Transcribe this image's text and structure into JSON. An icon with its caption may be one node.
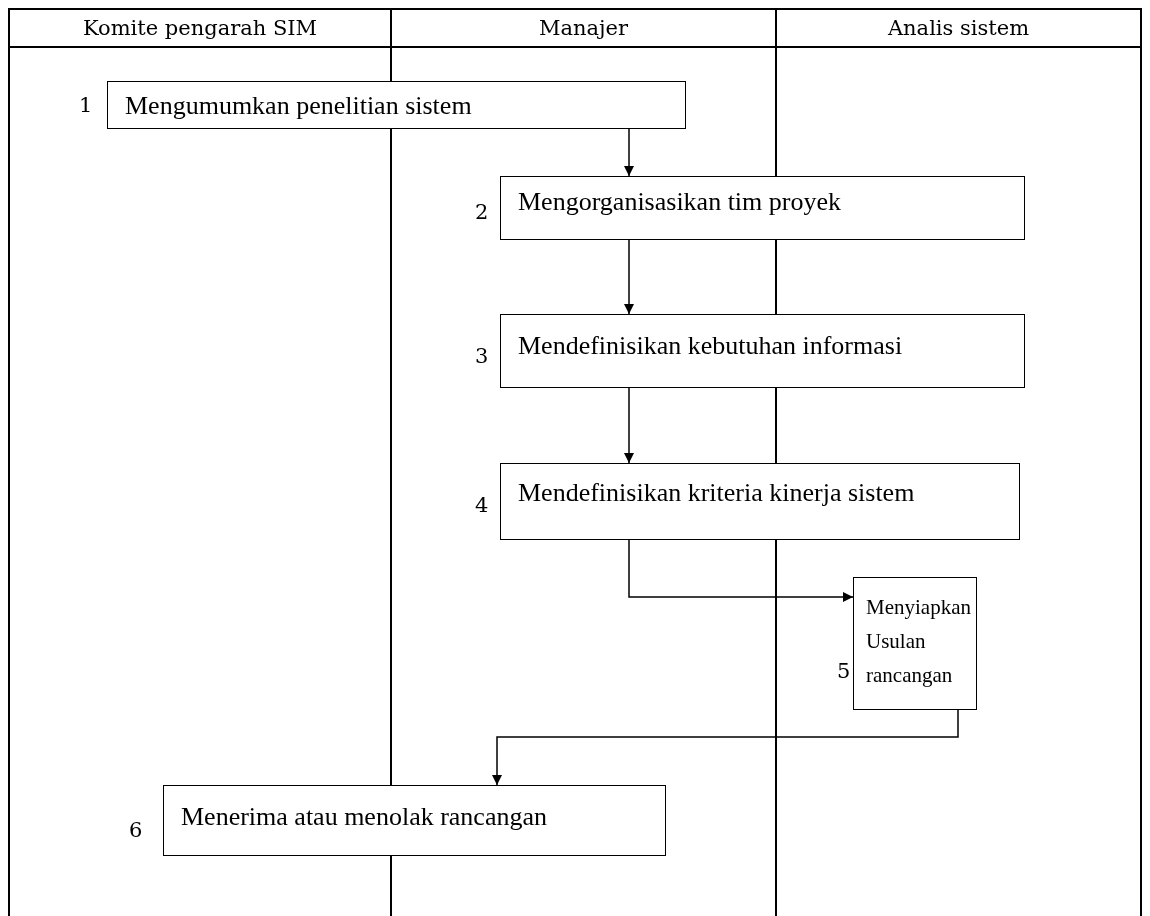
{
  "diagram": {
    "nodes": [
      {
        "text": [
          "Mengumumkan penelitian sistem"
        ],
        "beside": [
          "1"
        ]
      },
      {
        "text": [
          "Mengorganisasikan tim proyek"
        ],
        "beside": [
          "2"
        ]
      },
      {
        "text": [
          "Mendefinisikan kebutuhan informasi"
        ],
        "beside": [
          "3"
        ]
      },
      {
        "text": [
          "Mendefinisikan kriteria kinerja sistem"
        ],
        "beside": [
          "4"
        ]
      },
      {
        "text": [
          "Menyiapkan Usulan rancangan"
        ],
        "beside": [
          "5"
        ]
      },
      {
        "text": [
          "Menerima atau menolak rancangan"
        ],
        "beside": [
          "6"
        ]
      }
    ],
    "edges": [
      {
        "from": 0,
        "to": 1,
        "arrow": "to"
      },
      {
        "from": 1,
        "to": 2,
        "arrow": "to"
      },
      {
        "from": 2,
        "to": 3,
        "arrow": "to"
      },
      {
        "from": 3,
        "to": 4,
        "arrow": "to"
      },
      {
        "from": 4,
        "to": 5,
        "arrow": "to"
      }
    ],
    "labels": [
      "Komite pengarah SIM",
      "Manajer",
      "Analis sistem"
    ]
  }
}
